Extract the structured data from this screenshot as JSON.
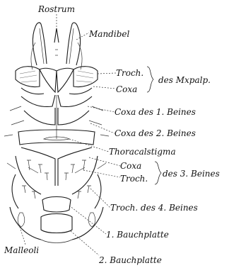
{
  "labels": {
    "rostrum": "Rostrum",
    "mandibel": "Mandibel",
    "troch": "Troch.",
    "coxa": "Coxa",
    "des_mxpalp": "des Mxpalp.",
    "coxa_1_beines": "Coxa des 1. Beines",
    "coxa_2_beines": "Coxa des 2. Beines",
    "thoracalstigma": "Thoracalstigma",
    "coxa_3": "Coxa",
    "troch_3": "Troch.",
    "des_3_beines": "des 3. Beines",
    "troch_4_beines": "Troch. des 4. Beines",
    "bauchplatte_1": "1. Bauchplatte",
    "malleoli": "Malleoli",
    "bauchplatte_2": "2. Bauchplatte"
  }
}
